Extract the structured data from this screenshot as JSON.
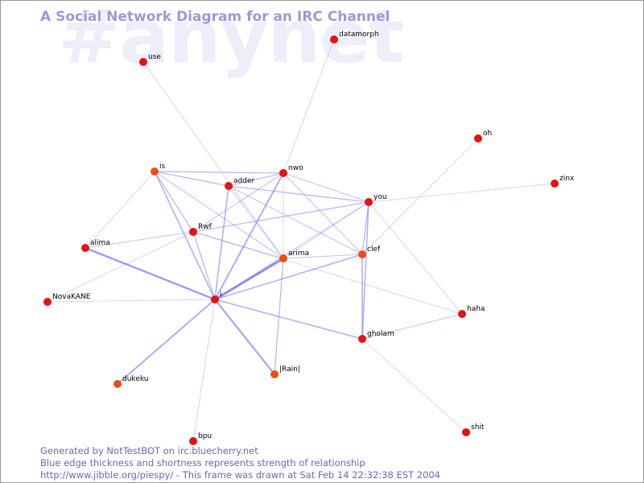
{
  "watermark": "#anynet",
  "title": "A Social Network Diagram for an IRC Channel",
  "footer": {
    "line1": "Generated by NotTestBOT on irc.bluecherry.net",
    "line2": "Blue edge thickness and shortness represents strength of relationship",
    "line3": "http://www.jibble.org/piespy/ - This frame was drawn at Sat Feb 14 22:32:38 EST 2004"
  },
  "colors": {
    "node": "#e8110f",
    "node_orange": "#ef4e12",
    "edge": "#8a8af0",
    "title": "#9a9ad8",
    "watermark": "#eeeefa",
    "footer": "#6868b8"
  },
  "nodes": [
    {
      "id": "datamorph",
      "label": "datamorph"
    },
    {
      "id": "use",
      "label": "use"
    },
    {
      "id": "oh",
      "label": "oh"
    },
    {
      "id": "is",
      "label": "is"
    },
    {
      "id": "adder",
      "label": "adder"
    },
    {
      "id": "nwo",
      "label": "nwo"
    },
    {
      "id": "zinx",
      "label": "zinx"
    },
    {
      "id": "you",
      "label": "you"
    },
    {
      "id": "rwf",
      "label": "Rwf"
    },
    {
      "id": "alima",
      "label": "alima"
    },
    {
      "id": "clef",
      "label": "clef"
    },
    {
      "id": "arima",
      "label": "arima"
    },
    {
      "id": "novakane",
      "label": "NovaKANE"
    },
    {
      "id": "i",
      "label": "i"
    },
    {
      "id": "haha",
      "label": "haha"
    },
    {
      "id": "gholam",
      "label": "gholam"
    },
    {
      "id": "rain",
      "label": "|Rain|"
    },
    {
      "id": "dukeku",
      "label": "dukeku"
    },
    {
      "id": "shit",
      "label": "shit"
    },
    {
      "id": "bpu",
      "label": "bpu"
    }
  ],
  "edges": [
    {
      "from": "i",
      "to": "arima",
      "strength": 5
    },
    {
      "from": "i",
      "to": "alima",
      "strength": 4
    },
    {
      "from": "i",
      "to": "rain",
      "strength": 3.5
    },
    {
      "from": "i",
      "to": "dukeku",
      "strength": 3
    },
    {
      "from": "i",
      "to": "nwo",
      "strength": 3
    },
    {
      "from": "i",
      "to": "is",
      "strength": 2.5
    },
    {
      "from": "i",
      "to": "adder",
      "strength": 2.5
    },
    {
      "from": "i",
      "to": "gholam",
      "strength": 2.5
    },
    {
      "from": "i",
      "to": "clef",
      "strength": 2.5
    },
    {
      "from": "i",
      "to": "rwf",
      "strength": 2
    },
    {
      "from": "i",
      "to": "you",
      "strength": 1.5
    },
    {
      "from": "i",
      "to": "novakane",
      "strength": 1
    },
    {
      "from": "i",
      "to": "bpu",
      "strength": 1
    },
    {
      "from": "arima",
      "to": "rain",
      "strength": 2
    },
    {
      "from": "arima",
      "to": "clef",
      "strength": 1.5
    },
    {
      "from": "arima",
      "to": "is",
      "strength": 1.5
    },
    {
      "from": "arima",
      "to": "rwf",
      "strength": 1.5
    },
    {
      "from": "arima",
      "to": "you",
      "strength": 1
    },
    {
      "from": "arima",
      "to": "adder",
      "strength": 1.5
    },
    {
      "from": "arima",
      "to": "use",
      "strength": 1
    },
    {
      "from": "is",
      "to": "adder",
      "strength": 2
    },
    {
      "from": "is",
      "to": "nwo",
      "strength": 2
    },
    {
      "from": "is",
      "to": "rwf",
      "strength": 2
    },
    {
      "from": "is",
      "to": "alima",
      "strength": 1
    },
    {
      "from": "adder",
      "to": "nwo",
      "strength": 2
    },
    {
      "from": "adder",
      "to": "you",
      "strength": 2
    },
    {
      "from": "adder",
      "to": "clef",
      "strength": 1.5
    },
    {
      "from": "nwo",
      "to": "rwf",
      "strength": 1.5
    },
    {
      "from": "nwo",
      "to": "you",
      "strength": 1.5
    },
    {
      "from": "nwo",
      "to": "clef",
      "strength": 1.5
    },
    {
      "from": "nwo",
      "to": "datamorph",
      "strength": 1
    },
    {
      "from": "nwo",
      "to": "arima",
      "strength": 1
    },
    {
      "from": "you",
      "to": "rwf",
      "strength": 2
    },
    {
      "from": "you",
      "to": "clef",
      "strength": 2
    },
    {
      "from": "you",
      "to": "gholam",
      "strength": 2.5
    },
    {
      "from": "you",
      "to": "zinx",
      "strength": 1
    },
    {
      "from": "you",
      "to": "haha",
      "strength": 1
    },
    {
      "from": "clef",
      "to": "gholam",
      "strength": 2.5
    },
    {
      "from": "clef",
      "to": "oh",
      "strength": 1
    },
    {
      "from": "rwf",
      "to": "alima",
      "strength": 1.5
    },
    {
      "from": "rwf",
      "to": "novakane",
      "strength": 1
    },
    {
      "from": "rwf",
      "to": "haha",
      "strength": 1
    },
    {
      "from": "gholam",
      "to": "haha",
      "strength": 1.5
    },
    {
      "from": "gholam",
      "to": "shit",
      "strength": 1
    }
  ]
}
